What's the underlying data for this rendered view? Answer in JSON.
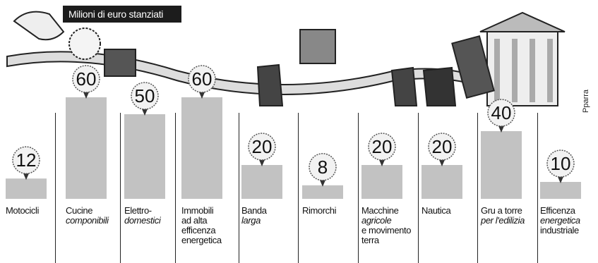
{
  "title": "Milioni di euro stanziati",
  "credit": "Pparra",
  "colors": {
    "bar": "#c2c2c2",
    "label_border": "#555555",
    "ink": "#111111"
  },
  "chart_data": {
    "type": "bar",
    "title": "Milioni di euro stanziati",
    "categories": [
      "Motocicli",
      "Cucine componibili",
      "Elettro-domestici",
      "Immobili ad alta efficenza energetica",
      "Banda larga",
      "Rimorchi",
      "Macchine agricole e movimento terra",
      "Nautica",
      "Gru a torre per l'edilizia",
      "Efficenza energetica industriale"
    ],
    "values": [
      12,
      60,
      50,
      60,
      20,
      8,
      20,
      20,
      40,
      10
    ],
    "labels": [
      {
        "lines": [
          "Motocicli"
        ],
        "italic": []
      },
      {
        "lines": [
          "Cucine",
          "componibili"
        ],
        "italic": [
          1
        ]
      },
      {
        "lines": [
          "Elettro-",
          "domestici"
        ],
        "italic": [
          1
        ]
      },
      {
        "lines": [
          "Immobili",
          "ad alta",
          "efficenza",
          "energetica"
        ],
        "italic": []
      },
      {
        "lines": [
          "Banda",
          "larga"
        ],
        "italic": [
          1
        ]
      },
      {
        "lines": [
          "Rimorchi"
        ],
        "italic": []
      },
      {
        "lines": [
          "Macchine",
          "agricole",
          "e movimento",
          "terra"
        ],
        "italic": [
          1
        ]
      },
      {
        "lines": [
          "Nautica"
        ],
        "italic": []
      },
      {
        "lines": [
          "Gru a torre",
          "per l'edilizia"
        ],
        "italic": [
          1
        ]
      },
      {
        "lines": [
          "Efficenza",
          "energetica",
          "industriale"
        ],
        "italic": [
          1
        ]
      }
    ],
    "ylim": [
      0,
      60
    ]
  }
}
